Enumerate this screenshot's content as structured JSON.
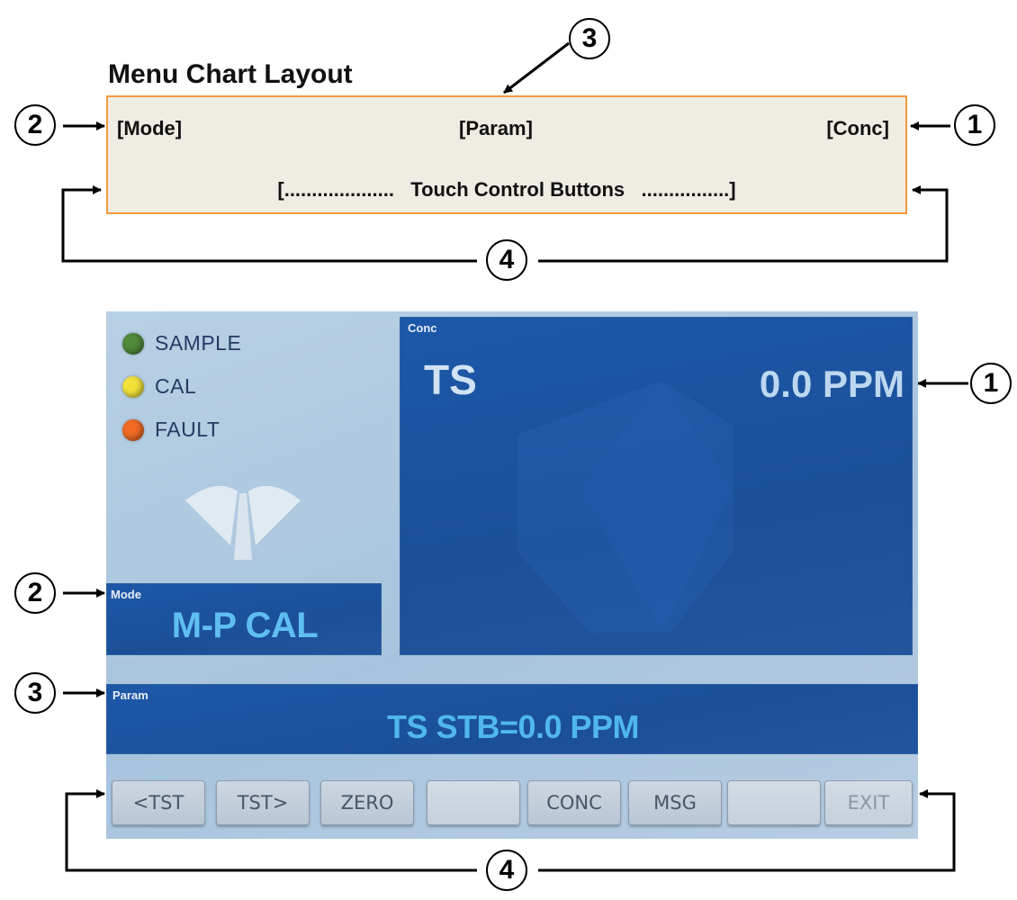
{
  "title": "Menu Chart Layout",
  "layout_box": {
    "mode": "[Mode]",
    "param": "[Param]",
    "conc": "[Conc]",
    "buttons_line": "[....................   Touch Control Buttons   ................]"
  },
  "callouts": {
    "c1": "1",
    "c2": "2",
    "c3": "3",
    "c4": "4"
  },
  "screen": {
    "leds": [
      {
        "label": "SAMPLE",
        "color": "#4f8a3a"
      },
      {
        "label": "CAL",
        "color": "#f2e23a"
      },
      {
        "label": "FAULT",
        "color": "#f06a24"
      }
    ],
    "conc_panel": {
      "label": "Conc",
      "name": "TS",
      "value": "0.0 PPM"
    },
    "mode_panel": {
      "label": "Mode",
      "value": "M-P CAL"
    },
    "param_panel": {
      "label": "Param",
      "value": "TS STB=0.0 PPM"
    },
    "buttons": [
      "<TST",
      "TST>",
      "ZERO",
      "",
      "CONC",
      "MSG",
      "",
      "EXIT"
    ]
  },
  "colors": {
    "panel_blue": "#1b4f98",
    "box_border": "#f39a3c",
    "box_fill": "#eeece3"
  }
}
